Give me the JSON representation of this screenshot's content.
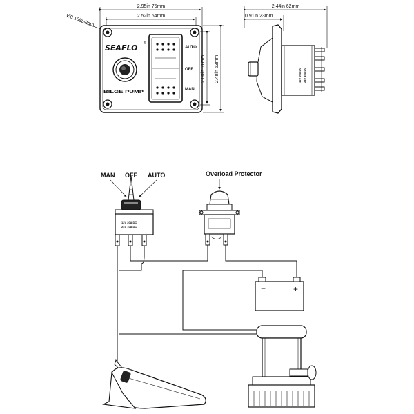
{
  "panel_front": {
    "dim_overall_width": "2.95in 75mm",
    "dim_inner_width": "2.52in 64mm",
    "dim_hole": "Ø0.16in 4mm",
    "dim_inner_height": "2.00in 51mm",
    "dim_overall_height": "2.48in 63mm",
    "brand": "SEAFLO",
    "label_bilge": "BILGE PUMP",
    "label_auto": "AUTO",
    "label_off": "OFF",
    "label_man": "MAN"
  },
  "panel_side": {
    "dim_depth": "2.44in 62mm",
    "dim_front": "0.91in 23mm",
    "rating_lines": [
      "12V 20A DC",
      "24V 10A DC"
    ]
  },
  "wiring": {
    "label_man": "MAN",
    "label_off": "OFF",
    "label_auto": "AUTO",
    "label_overload": "Overload Protector",
    "switch_rating_lines": [
      "12V 20A DC",
      "24V 10A DC"
    ],
    "battery_minus": "−",
    "battery_plus": "+"
  }
}
